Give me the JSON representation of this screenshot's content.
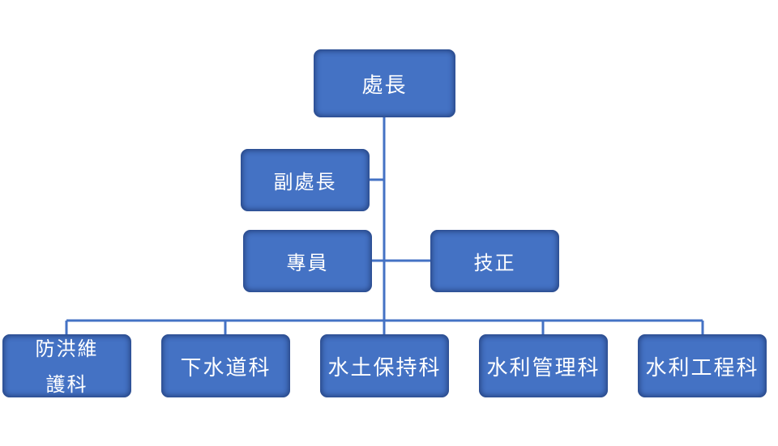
{
  "diagram": {
    "nodes": {
      "director": "處長",
      "deputy_director": "副處長",
      "specialist": "專員",
      "technical_officer": "技正",
      "flood_control_section": "防洪維\n護科",
      "sewer_section": "下水道科",
      "soil_water_section": "水土保持科",
      "water_management_section": "水利管理科",
      "water_engineering_section": "水利工程科"
    },
    "colors": {
      "node_fill": "#4472C4",
      "connector": "#4472C4",
      "text": "#ffffff"
    }
  }
}
